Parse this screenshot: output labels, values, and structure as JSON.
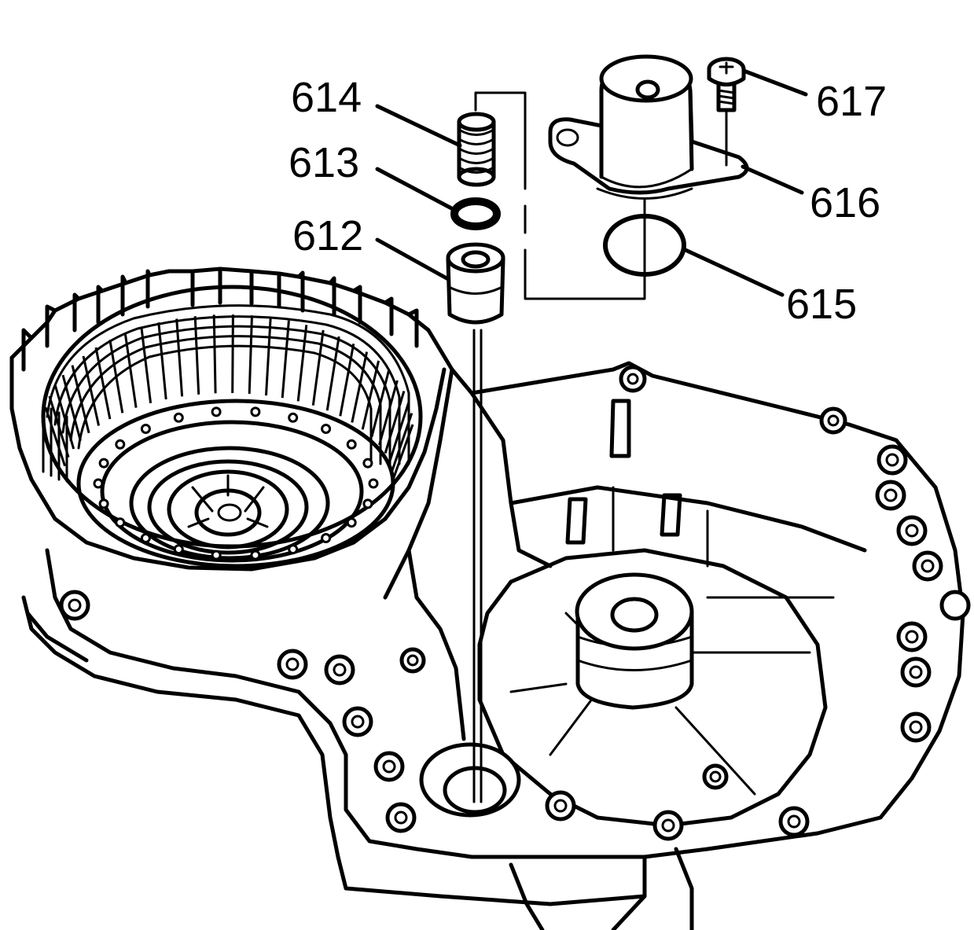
{
  "diagram": {
    "callouts": [
      {
        "id": "614",
        "label": "614"
      },
      {
        "id": "613",
        "label": "613"
      },
      {
        "id": "612",
        "label": "612"
      },
      {
        "id": "617",
        "label": "617"
      },
      {
        "id": "616",
        "label": "616"
      },
      {
        "id": "615",
        "label": "615"
      }
    ],
    "colors": {
      "line": "#000000",
      "background": "#ffffff"
    }
  }
}
